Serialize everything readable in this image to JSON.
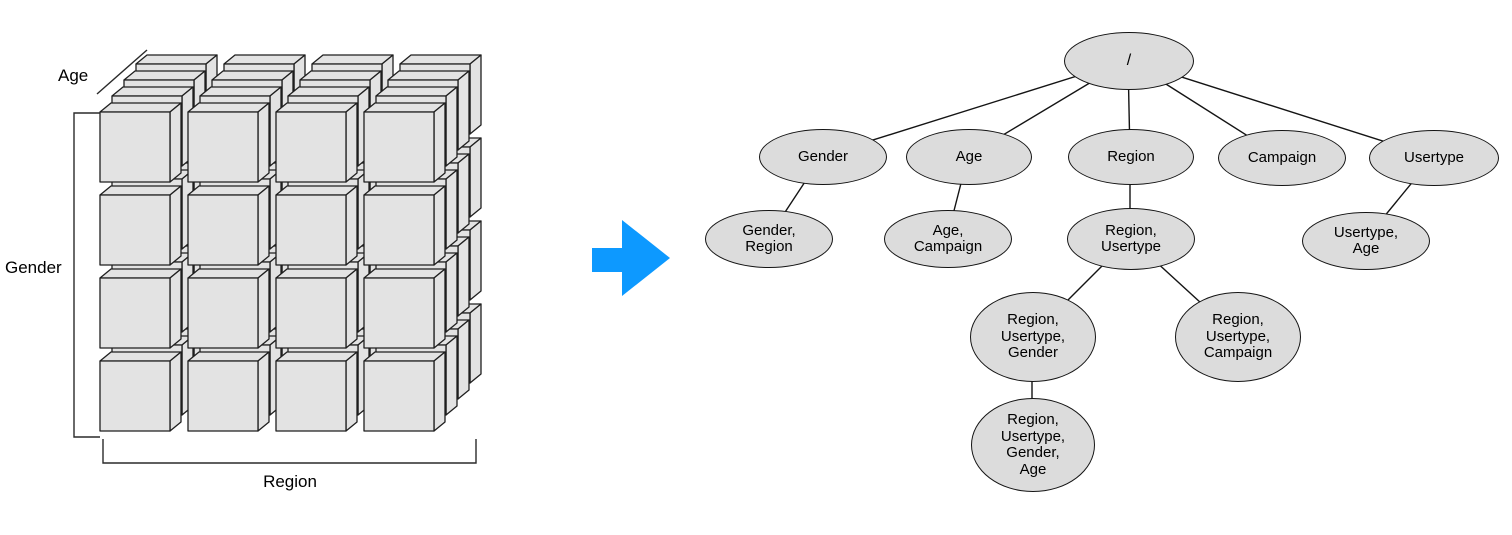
{
  "cube": {
    "rows": 4,
    "cols": 4,
    "layers": 4,
    "face_color": "#e3e3e3",
    "edge_color": "#1f1f1f",
    "axis_labels": {
      "age": "Age",
      "gender": "Gender",
      "region": "Region"
    }
  },
  "arrow": {
    "color": "#0d99ff"
  },
  "tree": {
    "node_fill": "#dcdcdc",
    "node_stroke": "#141414",
    "nodes": [
      {
        "id": "root",
        "label": "/"
      },
      {
        "id": "gender",
        "label": "Gender"
      },
      {
        "id": "age",
        "label": "Age"
      },
      {
        "id": "region",
        "label": "Region"
      },
      {
        "id": "campaign",
        "label": "Campaign"
      },
      {
        "id": "usertype",
        "label": "Usertype"
      },
      {
        "id": "gender-region",
        "label": "Gender,\nRegion"
      },
      {
        "id": "age-campaign",
        "label": "Age,\nCampaign"
      },
      {
        "id": "region-usertype",
        "label": "Region,\nUsertype"
      },
      {
        "id": "usertype-age",
        "label": "Usertype,\nAge"
      },
      {
        "id": "region-usertype-gender",
        "label": "Region,\nUsertype,\nGender"
      },
      {
        "id": "region-usertype-campaign",
        "label": "Region,\nUsertype,\nCampaign"
      },
      {
        "id": "region-usertype-gender-age",
        "label": "Region,\nUsertype,\nGender,\nAge"
      }
    ],
    "edges": [
      [
        "root",
        "gender"
      ],
      [
        "root",
        "age"
      ],
      [
        "root",
        "region"
      ],
      [
        "root",
        "campaign"
      ],
      [
        "root",
        "usertype"
      ],
      [
        "gender",
        "gender-region"
      ],
      [
        "age",
        "age-campaign"
      ],
      [
        "region",
        "region-usertype"
      ],
      [
        "usertype",
        "usertype-age"
      ],
      [
        "region-usertype",
        "region-usertype-gender"
      ],
      [
        "region-usertype",
        "region-usertype-campaign"
      ],
      [
        "region-usertype-gender",
        "region-usertype-gender-age"
      ]
    ]
  }
}
